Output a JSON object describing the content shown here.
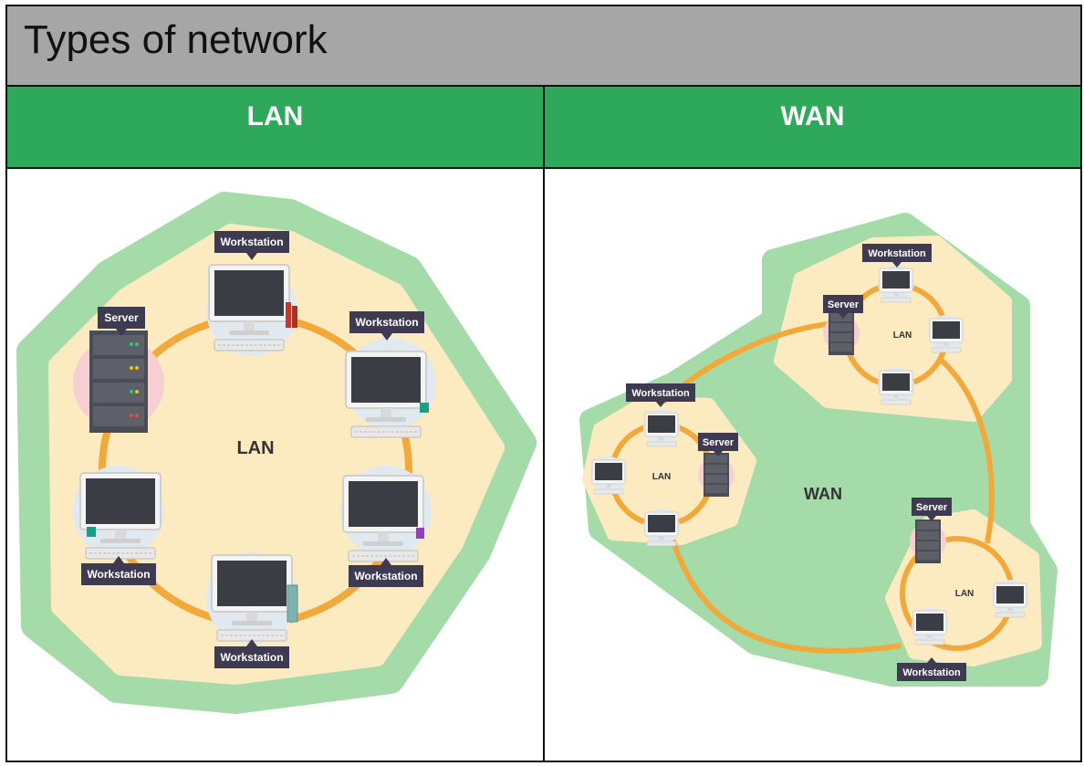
{
  "title": "Types of network",
  "columns": [
    {
      "header": "LAN"
    },
    {
      "header": "WAN"
    }
  ],
  "lan_diagram": {
    "center_label": "LAN",
    "server_label": "Server",
    "workstation_label": "Workstation"
  },
  "wan_diagram": {
    "center_label": "WAN",
    "lan_label": "LAN",
    "server_label": "Server",
    "workstation_label": "Workstation"
  },
  "colors": {
    "title_bg": "#a6a6a6",
    "header_bg": "#2ea85a",
    "outer_hex": "#a5dba9",
    "inner_hex": "#fcebc0",
    "ring": "#f2a93b",
    "tag_bg": "#3d3a52"
  }
}
